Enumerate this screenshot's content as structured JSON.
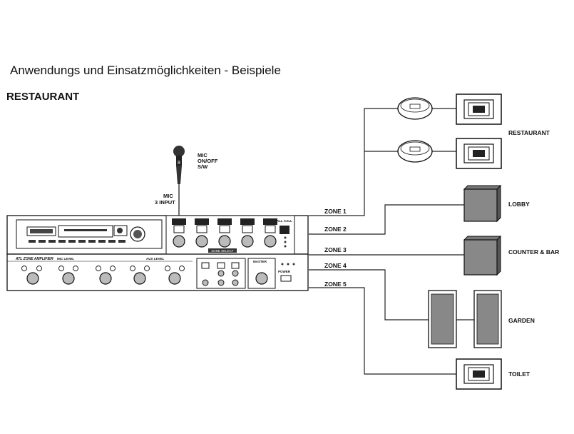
{
  "title": "Anwendungs und Einsatzmöglichkeiten - Beispiele",
  "subtitle": "RESTAURANT",
  "mic": {
    "label_line1": "MIC",
    "label_line2": "ON/OFF",
    "label_line3": "S/W"
  },
  "mic_input": {
    "line1": "MIC",
    "line2": "3 INPUT"
  },
  "zones": [
    "ZONE 1",
    "ZONE 2",
    "ZONE 3",
    "ZONE 4",
    "ZONE 5"
  ],
  "areas": {
    "restaurant": "RESTAURANT",
    "lobby": "LOBBY",
    "counter_bar": "COUNTER & BAR",
    "garden": "GARDEN",
    "toilet": "TOILET"
  },
  "amplifier": {
    "model": "ATL ZONE AMPLIFIER",
    "zone_select": "ZONE SELECT",
    "mic_level": "MIC LEVEL",
    "aux_level": "AUX LEVEL",
    "master": "MASTER",
    "power": "POWER",
    "all_call": "ALL CALL"
  }
}
